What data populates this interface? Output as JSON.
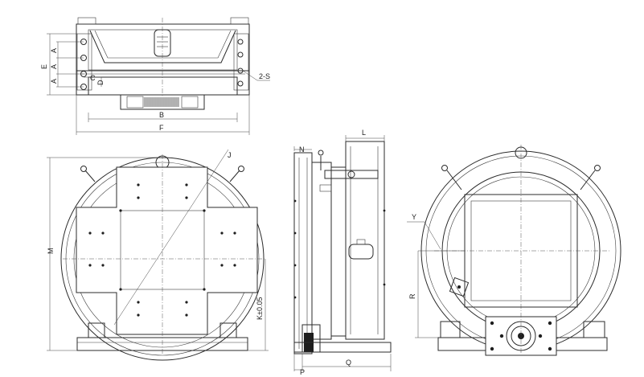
{
  "labels": {
    "E": "E",
    "A1": "A",
    "A2": "A",
    "A3": "A",
    "C": "C",
    "D": "D",
    "two_s": "2-S",
    "B": "B",
    "F": "F",
    "J": "J",
    "M": "M",
    "K": "K±0.05",
    "N": "N",
    "L": "L",
    "P": "P",
    "Q": "Q",
    "Y": "Y",
    "R": "R"
  },
  "colors": {
    "line": "#2b2b2b",
    "background": "#ffffff"
  }
}
